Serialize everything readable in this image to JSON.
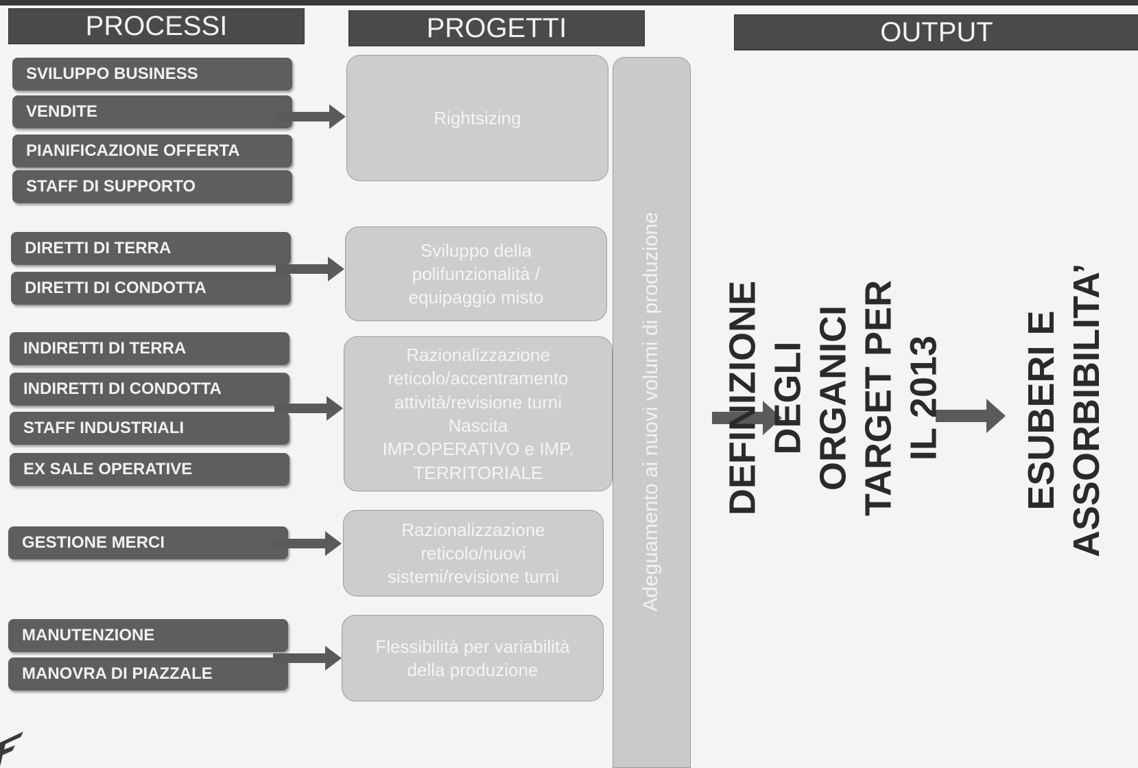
{
  "headers": {
    "processi": "PROCESSI",
    "progetti": "PROGETTI",
    "output": "OUTPUT"
  },
  "processi": [
    "SVILUPPO BUSINESS",
    "VENDITE",
    "PIANIFICAZIONE OFFERTA",
    "STAFF DI SUPPORTO",
    "DIRETTI DI TERRA",
    "DIRETTI DI CONDOTTA",
    "INDIRETTI DI TERRA",
    "INDIRETTI DI CONDOTTA",
    "STAFF INDUSTRIALI",
    "EX SALE OPERATIVE",
    "GESTIONE MERCI",
    "MANUTENZIONE",
    "MANOVRA DI PIAZZALE"
  ],
  "progetti": [
    "Rightsizing",
    "Sviluppo della\npolifunzionalità /\nequipaggio misto",
    "Razionalizzazione\nreticolo/accentramento\nattività/revisione turni\nNascita\nIMP.OPERATIVO e IMP.\nTERRITORIALE",
    "Razionalizzazione\nreticolo/nuovi\nsistemi/revisione turni",
    "Flessibilità per variabilità\ndella produzione"
  ],
  "adeguamento": "Adeguamento ai nuovi volumi di produzione",
  "output": {
    "definizione": "DEFINIZIONE DEGLI\nORGANICI TARGET PER\nIL 2013",
    "esuberi": "ESUBERI E\nASSORBIBILITA’"
  },
  "colors": {
    "header_bg": "#4a4a4a",
    "pill_bg": "#5e5e5e",
    "project_bg": "#cdcdcd",
    "arrow": "#5a5a5a",
    "output_text": "#2a2a2a"
  }
}
